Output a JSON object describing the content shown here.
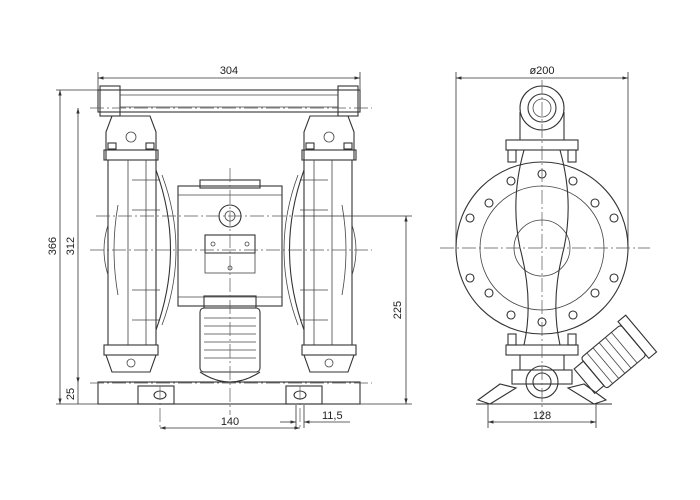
{
  "drawing": {
    "front_view": {
      "dim_width": "304",
      "dim_total_height": "366",
      "dim_height": "312",
      "dim_inlet_height": "225",
      "dim_base": "25",
      "dim_hole_spacing": "140",
      "dim_hole_size": "11,5"
    },
    "side_view": {
      "dim_diameter": "ø200",
      "dim_foot_width": "128"
    }
  }
}
